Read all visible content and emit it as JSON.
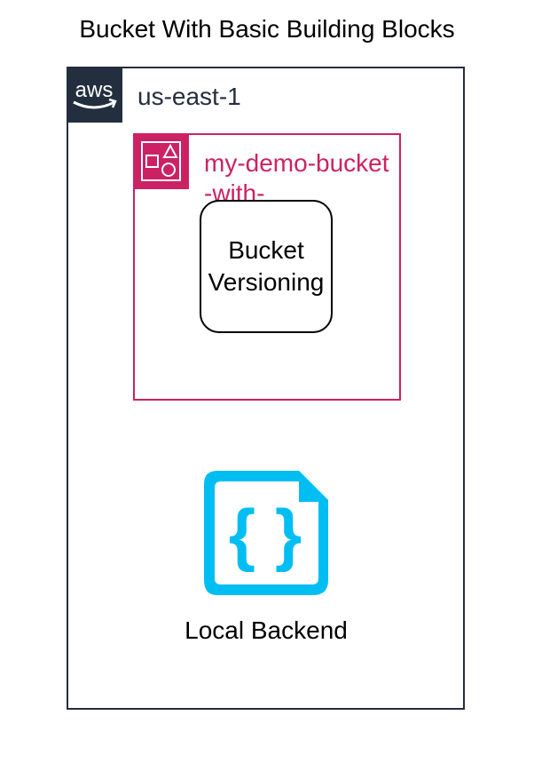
{
  "diagram": {
    "title": "Bucket With Basic Building Blocks",
    "region": {
      "label": "us-east-1",
      "icon": "aws-logo-icon",
      "logo_text": "aws",
      "color": "#232f3e"
    },
    "bucket": {
      "label": "my-demo-bucket-with-",
      "icon": "s3-bucket-shapes-icon",
      "color": "#cc2264"
    },
    "versioning": {
      "label": "Bucket Versioning"
    },
    "backend": {
      "label": "Local Backend",
      "icon": "json-file-icon",
      "color": "#00bef2"
    }
  }
}
